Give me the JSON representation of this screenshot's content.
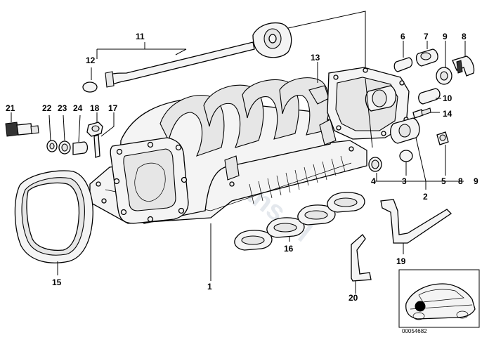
{
  "diagram": {
    "catalog_number": "00054682",
    "watermark": "BMWfans.pl",
    "callouts": {
      "c1": "1",
      "c2": "2",
      "c3": "3",
      "c4": "4",
      "c5": "5",
      "c6": "6",
      "c7": "7",
      "c8": "8",
      "c9": "9",
      "c10": "10",
      "c11": "11",
      "c12": "12",
      "c13": "13",
      "c14": "14",
      "c15": "15",
      "c16": "16",
      "c17": "17",
      "c18": "18",
      "c19": "19",
      "c20": "20",
      "c21": "21",
      "c22": "22",
      "c23": "23",
      "c24": "24",
      "c8b": "8",
      "c9b": "9"
    }
  }
}
